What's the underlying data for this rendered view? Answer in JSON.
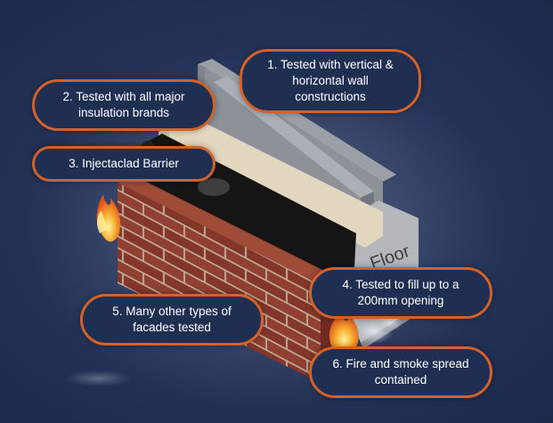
{
  "callouts": [
    {
      "lines": [
        "1. Tested with vertical &",
        "horizontal wall",
        "constructions"
      ]
    },
    {
      "lines": [
        "2. Tested with all major",
        "insulation brands"
      ]
    },
    {
      "lines": [
        "3. Injectaclad Barrier"
      ]
    },
    {
      "lines": [
        "4. Tested to fill up to a",
        "200mm opening"
      ]
    },
    {
      "lines": [
        "5. Many other types of",
        "facades tested"
      ]
    },
    {
      "lines": [
        "6. Fire and smoke spread",
        "contained"
      ]
    }
  ],
  "slab_label": "Floor",
  "colors": {
    "background": "#223152",
    "accent_border": "#d4612a",
    "brick": "#8e3a2d",
    "mortar": "#c9b39a",
    "barrier": "#151515",
    "insulation": "#e3d8bf",
    "slab": "#b9bcc0",
    "flame": "#f7941d"
  }
}
